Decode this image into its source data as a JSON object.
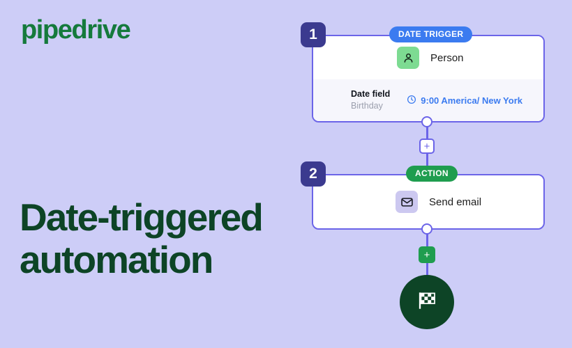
{
  "brand": {
    "logo_text": "pipedrive",
    "logo_color": "#157a3c"
  },
  "headline": {
    "text": "Date-triggered automation",
    "color": "#0d4426"
  },
  "page": {
    "background_color": "#cdcdf7",
    "connector_color": "#6b64e8"
  },
  "flow": {
    "steps": [
      {
        "number": "1",
        "badge_color": "#3b3a8f",
        "pill_label": "DATE TRIGGER",
        "pill_color": "#3b7bf0",
        "entity_label": "Person",
        "entity_icon": "person-icon",
        "entity_icon_bg": "#7ddb92",
        "field_title": "Date field",
        "field_value": "Birthday",
        "time_icon": "clock-icon",
        "time_text": "9:00 America/ New York",
        "time_color": "#3b7bf0"
      },
      {
        "number": "2",
        "badge_color": "#3b3a8f",
        "pill_label": "ACTION",
        "pill_color": "#1f9d4f",
        "entity_label": "Send email",
        "entity_icon": "envelope-icon",
        "entity_icon_bg": "#ccc8f0"
      }
    ],
    "connectors": {
      "add_step_label": "+",
      "add_step_label_end": "+"
    },
    "end_node": {
      "icon": "checkered-flag-icon",
      "color": "#0d4426"
    }
  }
}
